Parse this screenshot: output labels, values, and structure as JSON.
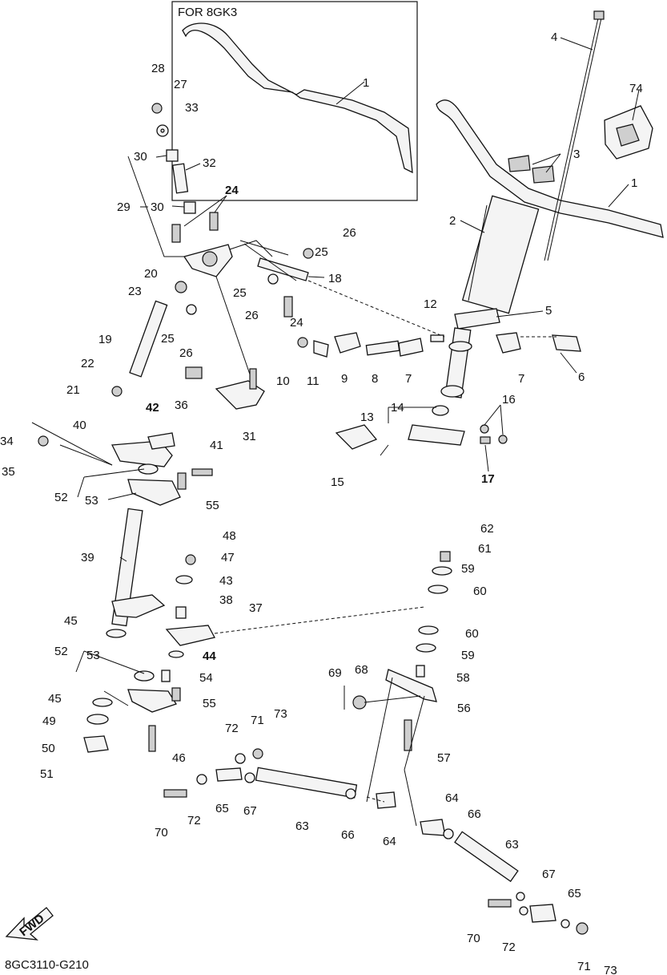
{
  "diagram": {
    "inset_title": "FOR 8GK3",
    "drawing_code": "8GC3110-G210",
    "fwd_label": "FWD",
    "callouts": [
      {
        "id": "c1a",
        "text": "1"
      },
      {
        "id": "c1b",
        "text": "1"
      },
      {
        "id": "c2",
        "text": "2"
      },
      {
        "id": "c3",
        "text": "3"
      },
      {
        "id": "c4",
        "text": "4"
      },
      {
        "id": "c5",
        "text": "5"
      },
      {
        "id": "c6",
        "text": "6"
      },
      {
        "id": "c7a",
        "text": "7"
      },
      {
        "id": "c7b",
        "text": "7"
      },
      {
        "id": "c8",
        "text": "8"
      },
      {
        "id": "c9",
        "text": "9"
      },
      {
        "id": "c10",
        "text": "10"
      },
      {
        "id": "c11",
        "text": "11"
      },
      {
        "id": "c12",
        "text": "12"
      },
      {
        "id": "c13",
        "text": "13"
      },
      {
        "id": "c14",
        "text": "14"
      },
      {
        "id": "c15",
        "text": "15"
      },
      {
        "id": "c16",
        "text": "16"
      },
      {
        "id": "c17",
        "text": "17"
      },
      {
        "id": "c18",
        "text": "18"
      },
      {
        "id": "c19",
        "text": "19"
      },
      {
        "id": "c20",
        "text": "20"
      },
      {
        "id": "c21",
        "text": "21"
      },
      {
        "id": "c22",
        "text": "22"
      },
      {
        "id": "c23",
        "text": "23"
      },
      {
        "id": "c24a",
        "text": "24"
      },
      {
        "id": "c24b",
        "text": "24"
      },
      {
        "id": "c25a",
        "text": "25"
      },
      {
        "id": "c25b",
        "text": "25"
      },
      {
        "id": "c25c",
        "text": "25"
      },
      {
        "id": "c26a",
        "text": "26"
      },
      {
        "id": "c26b",
        "text": "26"
      },
      {
        "id": "c26c",
        "text": "26"
      },
      {
        "id": "c27",
        "text": "27"
      },
      {
        "id": "c28",
        "text": "28"
      },
      {
        "id": "c29",
        "text": "29"
      },
      {
        "id": "c30a",
        "text": "30"
      },
      {
        "id": "c30b",
        "text": "30"
      },
      {
        "id": "c31",
        "text": "31"
      },
      {
        "id": "c32",
        "text": "32"
      },
      {
        "id": "c33",
        "text": "33"
      },
      {
        "id": "c34",
        "text": "34"
      },
      {
        "id": "c35",
        "text": "35"
      },
      {
        "id": "c36",
        "text": "36"
      },
      {
        "id": "c37",
        "text": "37"
      },
      {
        "id": "c38",
        "text": "38"
      },
      {
        "id": "c39",
        "text": "39"
      },
      {
        "id": "c40",
        "text": "40"
      },
      {
        "id": "c41",
        "text": "41"
      },
      {
        "id": "c42",
        "text": "42"
      },
      {
        "id": "c43",
        "text": "43"
      },
      {
        "id": "c44",
        "text": "44"
      },
      {
        "id": "c45a",
        "text": "45"
      },
      {
        "id": "c45b",
        "text": "45"
      },
      {
        "id": "c46",
        "text": "46"
      },
      {
        "id": "c47",
        "text": "47"
      },
      {
        "id": "c48",
        "text": "48"
      },
      {
        "id": "c49",
        "text": "49"
      },
      {
        "id": "c50",
        "text": "50"
      },
      {
        "id": "c51",
        "text": "51"
      },
      {
        "id": "c52a",
        "text": "52"
      },
      {
        "id": "c52b",
        "text": "52"
      },
      {
        "id": "c53a",
        "text": "53"
      },
      {
        "id": "c53b",
        "text": "53"
      },
      {
        "id": "c54",
        "text": "54"
      },
      {
        "id": "c55a",
        "text": "55"
      },
      {
        "id": "c55b",
        "text": "55"
      },
      {
        "id": "c56",
        "text": "56"
      },
      {
        "id": "c57",
        "text": "57"
      },
      {
        "id": "c58",
        "text": "58"
      },
      {
        "id": "c59a",
        "text": "59"
      },
      {
        "id": "c59b",
        "text": "59"
      },
      {
        "id": "c60a",
        "text": "60"
      },
      {
        "id": "c60b",
        "text": "60"
      },
      {
        "id": "c61",
        "text": "61"
      },
      {
        "id": "c62",
        "text": "62"
      },
      {
        "id": "c63a",
        "text": "63"
      },
      {
        "id": "c63b",
        "text": "63"
      },
      {
        "id": "c64a",
        "text": "64"
      },
      {
        "id": "c64b",
        "text": "64"
      },
      {
        "id": "c65a",
        "text": "65"
      },
      {
        "id": "c65b",
        "text": "65"
      },
      {
        "id": "c66a",
        "text": "66"
      },
      {
        "id": "c66b",
        "text": "66"
      },
      {
        "id": "c67a",
        "text": "67"
      },
      {
        "id": "c67b",
        "text": "67"
      },
      {
        "id": "c68",
        "text": "68"
      },
      {
        "id": "c69",
        "text": "69"
      },
      {
        "id": "c70a",
        "text": "70"
      },
      {
        "id": "c70b",
        "text": "70"
      },
      {
        "id": "c71a",
        "text": "71"
      },
      {
        "id": "c71b",
        "text": "71"
      },
      {
        "id": "c72a",
        "text": "72"
      },
      {
        "id": "c72b",
        "text": "72"
      },
      {
        "id": "c72c",
        "text": "72"
      },
      {
        "id": "c73a",
        "text": "73"
      },
      {
        "id": "c73b",
        "text": "73"
      },
      {
        "id": "c74",
        "text": "74"
      }
    ]
  }
}
